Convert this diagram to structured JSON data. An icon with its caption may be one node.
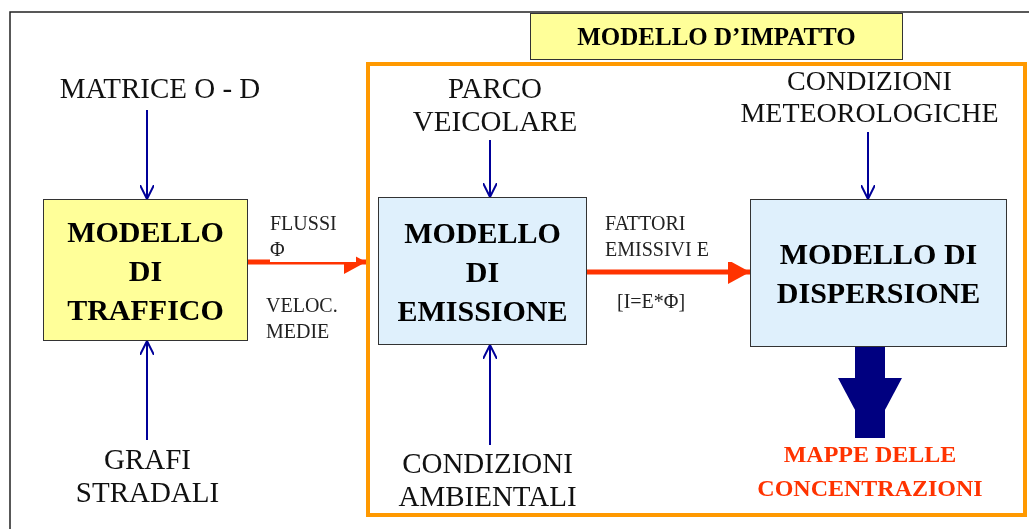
{
  "diagram": {
    "nodes": [
      {
        "text": [
          "MODELLO D’IMPATTO"
        ]
      },
      {
        "text": [
          "MATRICE O - D"
        ]
      },
      {
        "text": [
          "MODELLO DI TRAFFICO"
        ]
      },
      {
        "text": [
          "GRAFI STRADALI"
        ]
      },
      {
        "text": [
          "PARCO VEICOLARE"
        ],
        "in": 0
      },
      {
        "text": [
          "MODELLO DI EMISSIONE"
        ],
        "in": 0
      },
      {
        "text": [
          "CONDIZIONI AMBIENTALI"
        ],
        "in": 0
      },
      {
        "text": [
          "CONDIZIONI METEOROLOGICHE"
        ],
        "in": 0
      },
      {
        "text": [
          "MODELLO DI DISPERSIONE"
        ],
        "in": 0
      },
      {
        "text": [
          "MAPPE DELLE CONCENTRAZIONI"
        ],
        "in": 0
      }
    ],
    "edges": [
      {
        "from": 1,
        "to": 2,
        "arrow": "to"
      },
      {
        "from": 3,
        "to": 2,
        "arrow": "to"
      },
      {
        "from": 2,
        "to": 0,
        "arrow": "to",
        "label": "FLUSSI Φ",
        "color": "#ff3300",
        "style": "thick"
      },
      {
        "from": 4,
        "to": 5,
        "arrow": "to"
      },
      {
        "from": 6,
        "to": 5,
        "arrow": "to"
      },
      {
        "from": 5,
        "to": 8,
        "arrow": "to",
        "label": "FATTORI EMISSIVI E",
        "color": "#ff3300",
        "style": "thick"
      },
      {
        "from": 7,
        "to": 8,
        "arrow": "to"
      },
      {
        "from": 8,
        "to": 9,
        "arrow": "to",
        "color": "#000080",
        "style": "thick"
      }
    ],
    "labels": [
      "VELOC. MEDIE",
      "[I=E*Φ]"
    ]
  }
}
